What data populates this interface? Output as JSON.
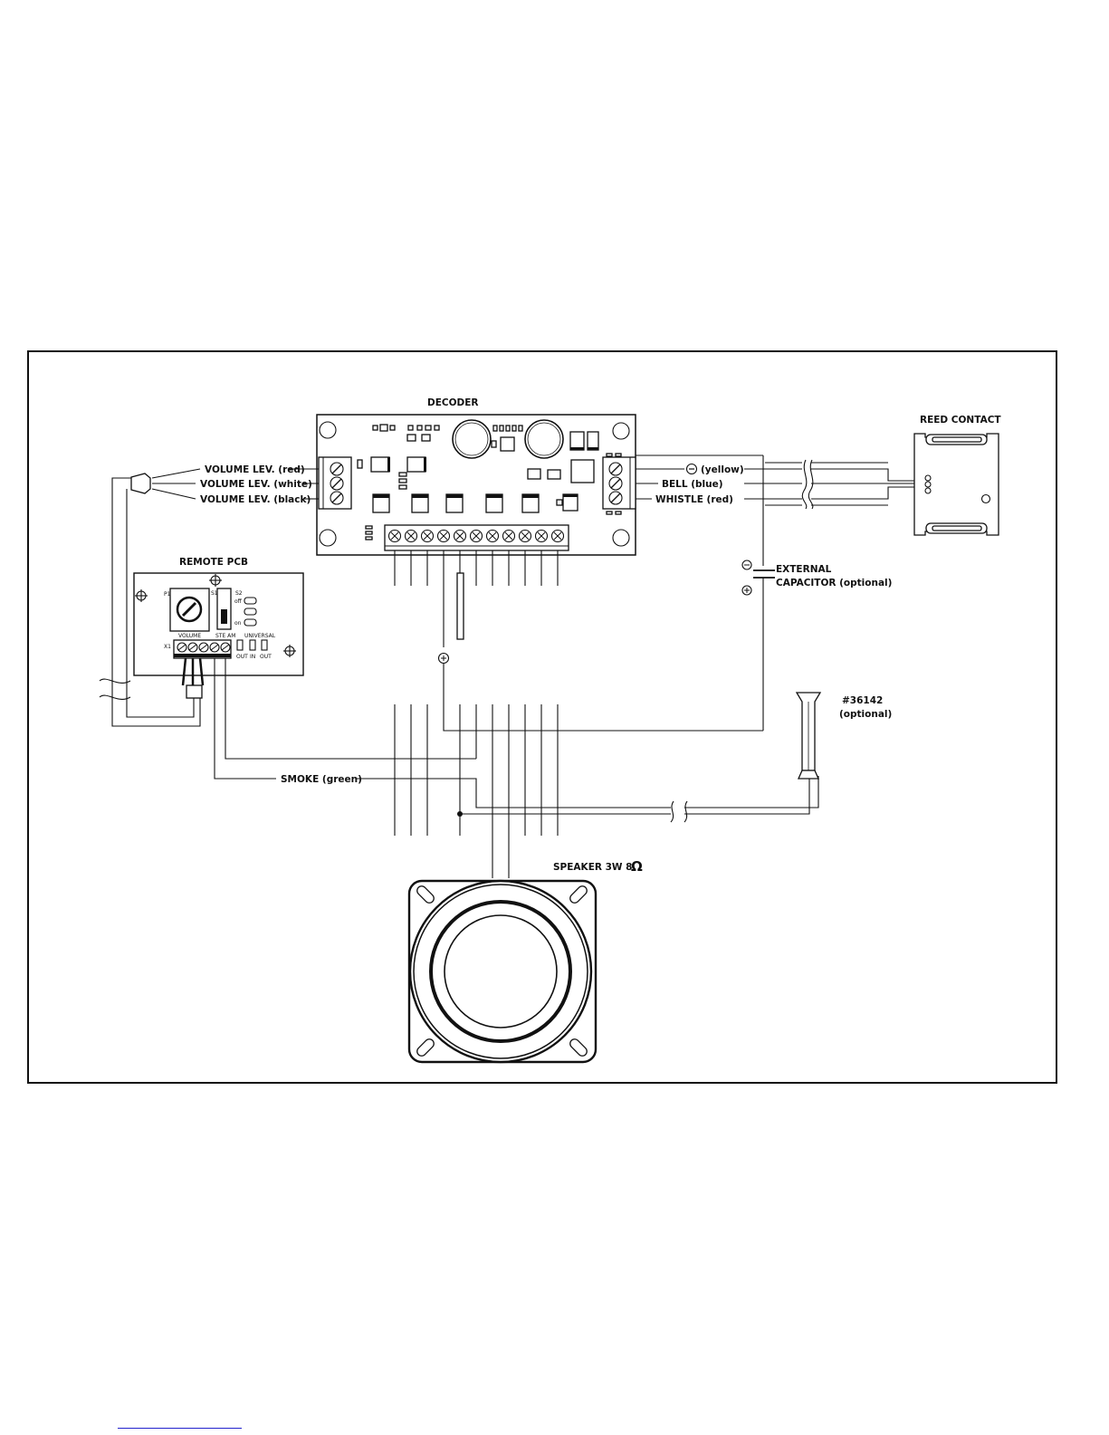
{
  "labels": {
    "decoder": "DECODER",
    "reed_contact": "REED CONTACT",
    "remote_pcb": "REMOTE PCB",
    "volume_red": "VOLUME LEV. (red)",
    "volume_white": "VOLUME LEV. (white)",
    "volume_black": "VOLUME LEV. (black)",
    "minus_yellow": "(yellow)",
    "bell_blue": "BELL (blue)",
    "whistle_red": "WHISTLE (red)",
    "external": "EXTERNAL",
    "capacitor": "CAPACITOR (optional)",
    "smoke_green": "SMOKE (green)",
    "part_number": "#36142",
    "optional": "(optional)",
    "speaker": "SPEAKER 3W 8",
    "ohm": "Ω",
    "minus": "−",
    "plus": "+"
  },
  "remote_pcb_silk": {
    "p1": "P1",
    "s1": "S1",
    "s2": "S2",
    "off": "off",
    "on": "on",
    "volume": "VOLUME",
    "steam": "STE AM",
    "universal": "UNIVERSAL",
    "x1": "X1",
    "out1": "OUT",
    "in": "IN",
    "out2": "OUT"
  },
  "colors": {
    "line": "#111111",
    "link": "#2222cc",
    "background": "#ffffff"
  }
}
